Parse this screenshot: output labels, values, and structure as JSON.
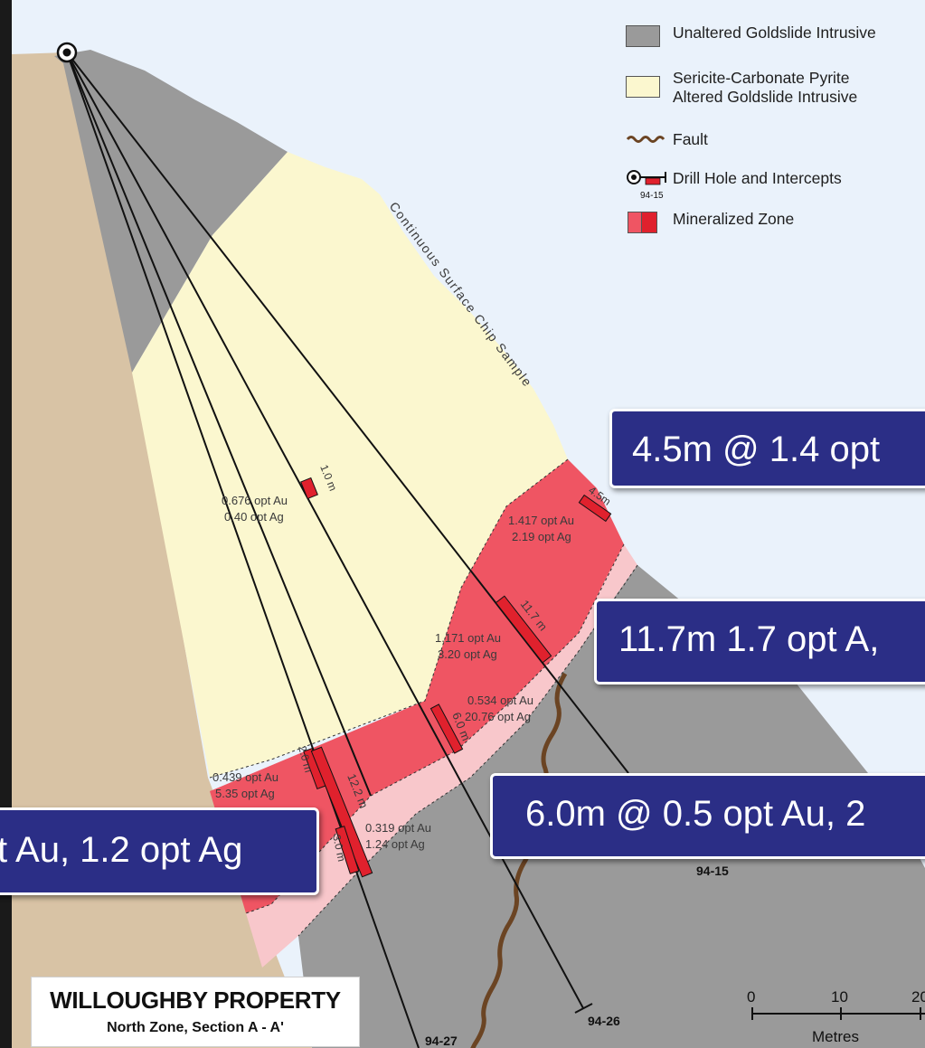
{
  "legend": {
    "unaltered": "Unaltered Goldslide Intrusive",
    "sericite_line1": "Sericite-Carbonate Pyrite",
    "sericite_line2": "Altered Goldslide Intrusive",
    "fault": "Fault",
    "drill_hole": "Drill Hole and Intercepts",
    "drill_hole_example_id": "94-15",
    "mineralized": "Mineralized Zone"
  },
  "colors": {
    "background": "#eaf2fb",
    "host_rock": "#d8c3a5",
    "unaltered": "#9a9a9a",
    "altered": "#fbf7cf",
    "mineralized": "#ef5563",
    "halo": "#f8c7cb",
    "intercept": "#e0212d",
    "fault": "#6b4423",
    "callout": "#2b2e86"
  },
  "surface_sample_label": "Continuous Surface Chip Sample",
  "holes": [
    "94-27",
    "94-26",
    "94-15"
  ],
  "intercept_lengths": {
    "surface": "4.5m",
    "h94_15": "11.7 m",
    "h94_26": "6.0 m",
    "h94_27_a": "2.0 m",
    "h94_27_b": "12.2 m",
    "h94_27_c": "3.0 m",
    "h_upper": "1.0 m"
  },
  "assays": [
    {
      "au": "0.676 opt Au",
      "ag": "0.40 opt Ag"
    },
    {
      "au": "1.417 opt Au",
      "ag": "2.19 opt Ag"
    },
    {
      "au": "1.171 opt Au",
      "ag": "3.20 opt Ag"
    },
    {
      "au": "0.534 opt Au",
      "ag": "20.76 opt Ag"
    },
    {
      "au": "0.439 opt Au",
      "ag": "5.35 opt Ag"
    },
    {
      "au": "0.319 opt Au",
      "ag": "1.24 opt Ag"
    }
  ],
  "callouts": {
    "surface": "4.5m @ 1.4 opt",
    "h94_15": "11.7m 1.7 opt A,",
    "h94_26": "6.0m @ 0.5 opt Au, 2",
    "h94_27": "t Au, 1.2 opt Ag"
  },
  "scale": {
    "ticks": [
      "0",
      "10",
      "20"
    ],
    "unit": "Metres"
  },
  "title": {
    "main": "WILLOUGHBY PROPERTY",
    "sub": "North Zone, Section A - A'"
  }
}
